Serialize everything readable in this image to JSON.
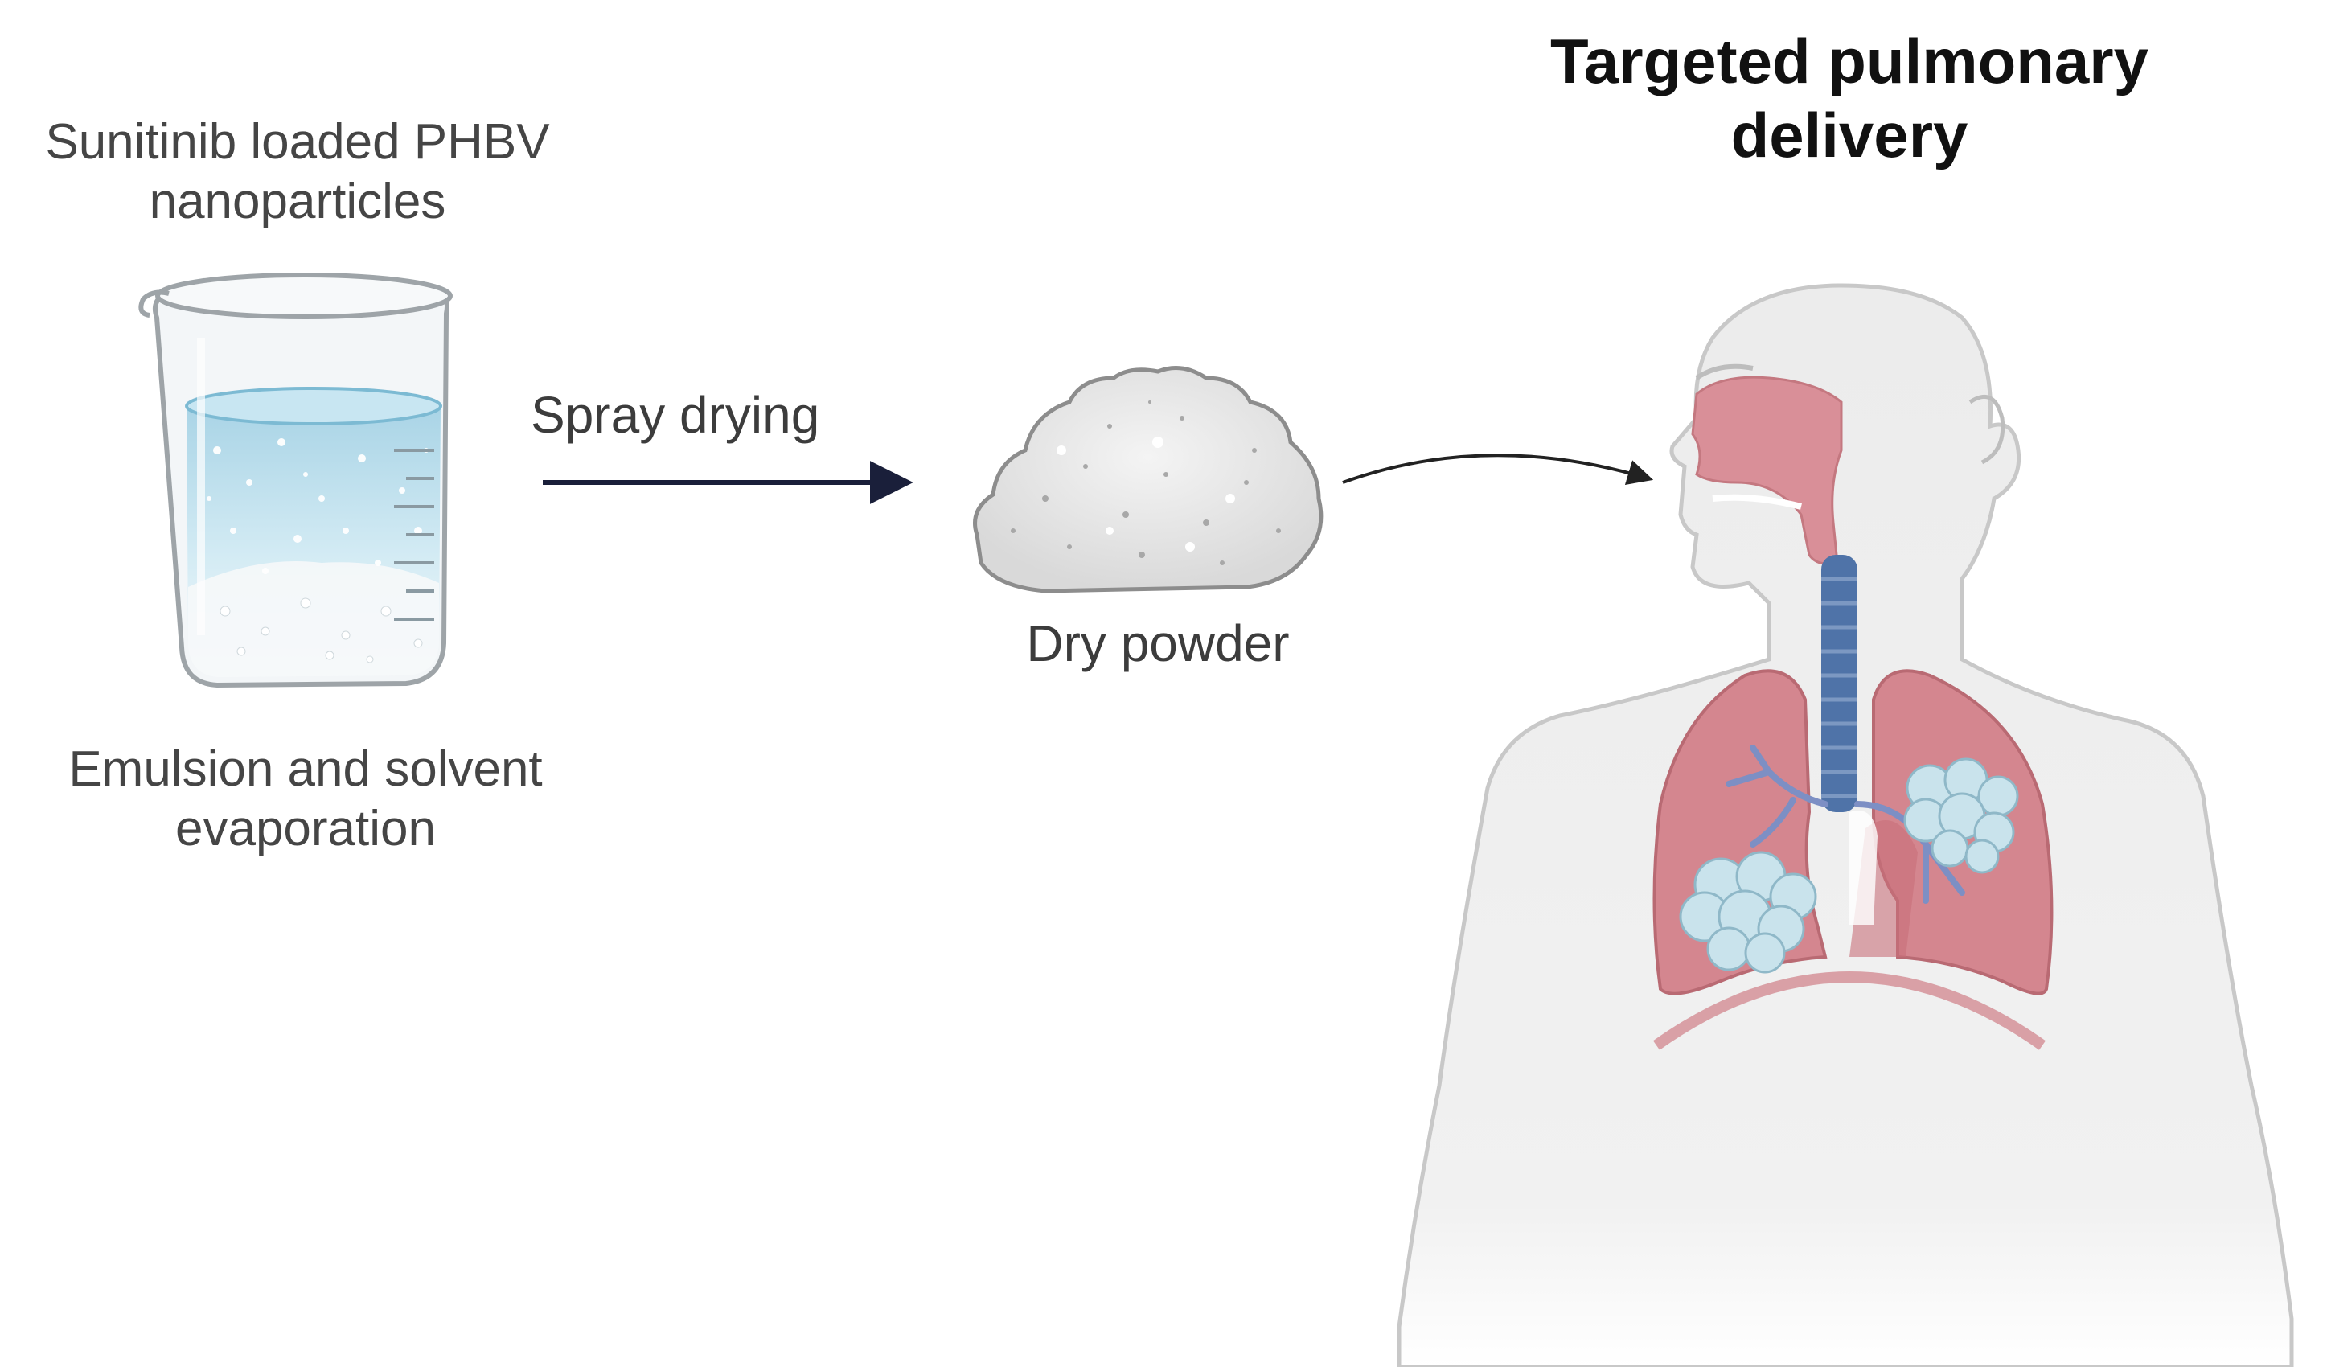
{
  "diagram": {
    "beaker_label": "Sunitinib loaded PHBV nanoparticles",
    "beaker_label_lines": [
      "Sunitinib loaded PHBV",
      "nanoparticles"
    ],
    "method_label_lines": [
      "Emulsion and solvent",
      "evaporation"
    ],
    "step_label": "Spray drying",
    "powder_label": "Dry powder",
    "title_lines": [
      "Targeted pulmonary",
      "delivery"
    ]
  },
  "colors": {
    "arrow": "#1a1f3a",
    "liquid": "#bfe0ee",
    "skin": "#efefef",
    "airway": "#d98f98",
    "trachea": "#4f73a8",
    "lung": "#d4868f",
    "tumor": "#c9e3ec"
  },
  "icons": {
    "beaker": "beaker-icon",
    "powder": "powder-pile-icon",
    "body": "human-torso-lungs-icon"
  }
}
